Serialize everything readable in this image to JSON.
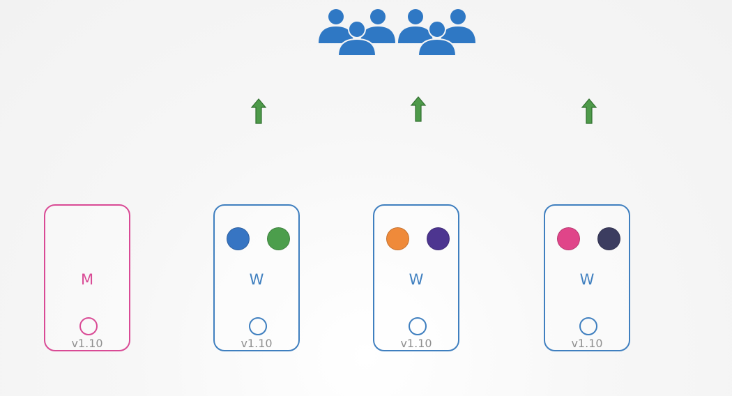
{
  "users": {
    "icon": "users-group-icon",
    "color": "#2f78c4"
  },
  "arrows": {
    "icon": "arrow-up-icon",
    "color": "#4e9a4a",
    "count": 3
  },
  "nodes": [
    {
      "label": "M",
      "version": "v1.10",
      "role": "master",
      "border_color": "#d94a95",
      "pods": []
    },
    {
      "label": "W",
      "version": "v1.10",
      "role": "worker",
      "border_color": "#3f7fbf",
      "pods": [
        "#3775c3",
        "#4c9e4c"
      ]
    },
    {
      "label": "W",
      "version": "v1.10",
      "role": "worker",
      "border_color": "#3f7fbf",
      "pods": [
        "#ef8a3a",
        "#4d3590"
      ]
    },
    {
      "label": "W",
      "version": "v1.10",
      "role": "worker",
      "border_color": "#3f7fbf",
      "pods": [
        "#e04589",
        "#3c3d60"
      ]
    }
  ]
}
